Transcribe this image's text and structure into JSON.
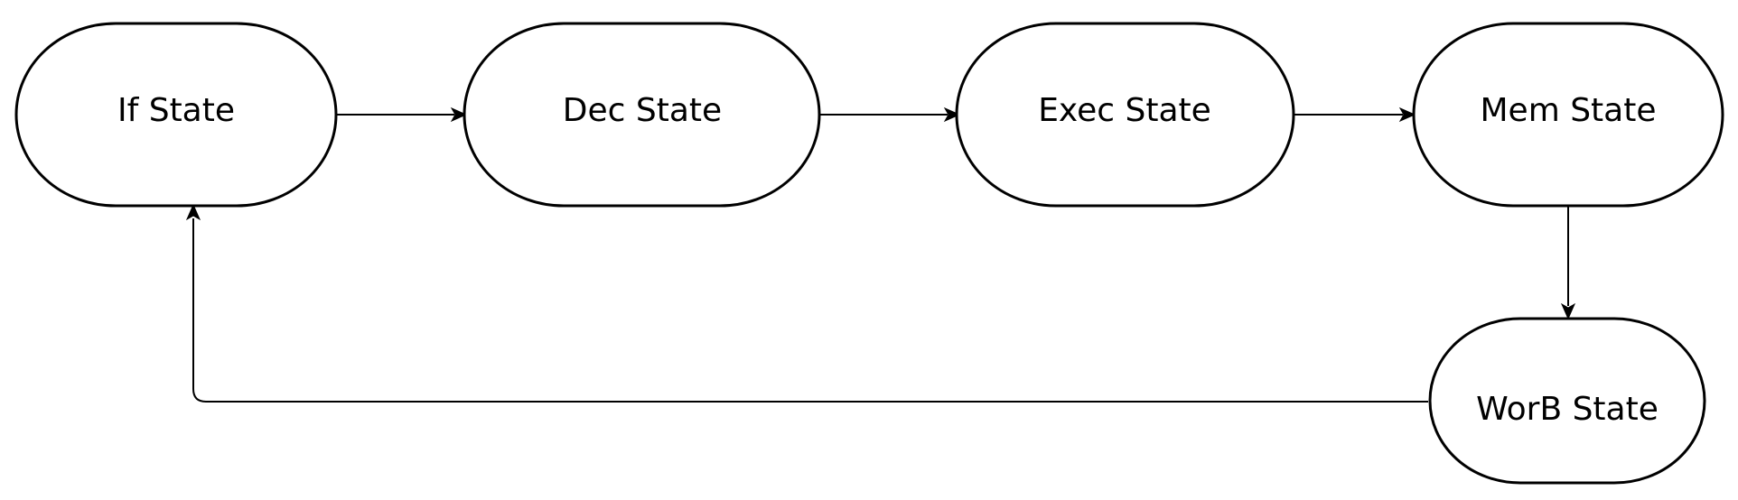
{
  "diagram": {
    "nodes": {
      "if": {
        "label": "If State"
      },
      "dec": {
        "label": "Dec State"
      },
      "exec": {
        "label": "Exec State"
      },
      "mem": {
        "label": "Mem State"
      },
      "worb": {
        "label": "WorB State"
      }
    },
    "edges": [
      {
        "from": "If State",
        "to": "Dec State"
      },
      {
        "from": "Dec State",
        "to": "Exec State"
      },
      {
        "from": "Exec State",
        "to": "Mem State"
      },
      {
        "from": "Mem State",
        "to": "WorB State"
      },
      {
        "from": "WorB State",
        "to": "If State"
      }
    ],
    "colors": {
      "stroke": "#000000",
      "fill": "#ffffff"
    }
  }
}
